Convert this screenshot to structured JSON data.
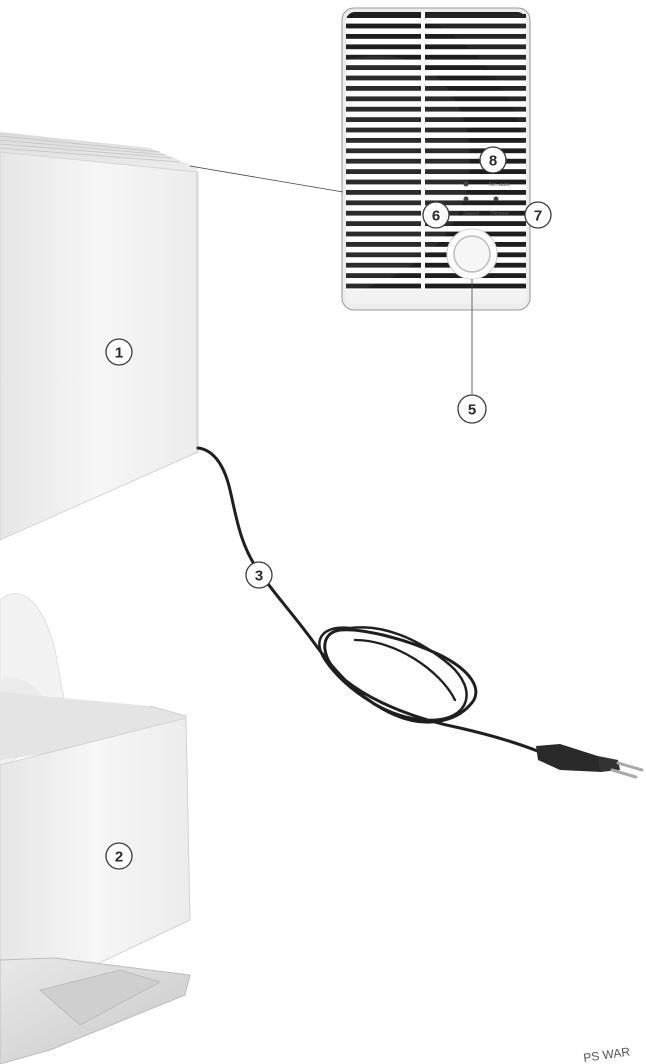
{
  "callouts": [
    "1",
    "2",
    "3",
    "5",
    "6",
    "7",
    "8"
  ],
  "panel_labels": {
    "row1": "Ne..auto",
    "row2_left": "Speed",
    "row2_right": "Dimmer"
  },
  "corner_text": "PS WAR",
  "colors": {
    "body": "#f4f4f4",
    "body_shadow": "#dcdcdc",
    "grille_dark": "#1e1e1e",
    "cord": "#1f1f1f"
  }
}
